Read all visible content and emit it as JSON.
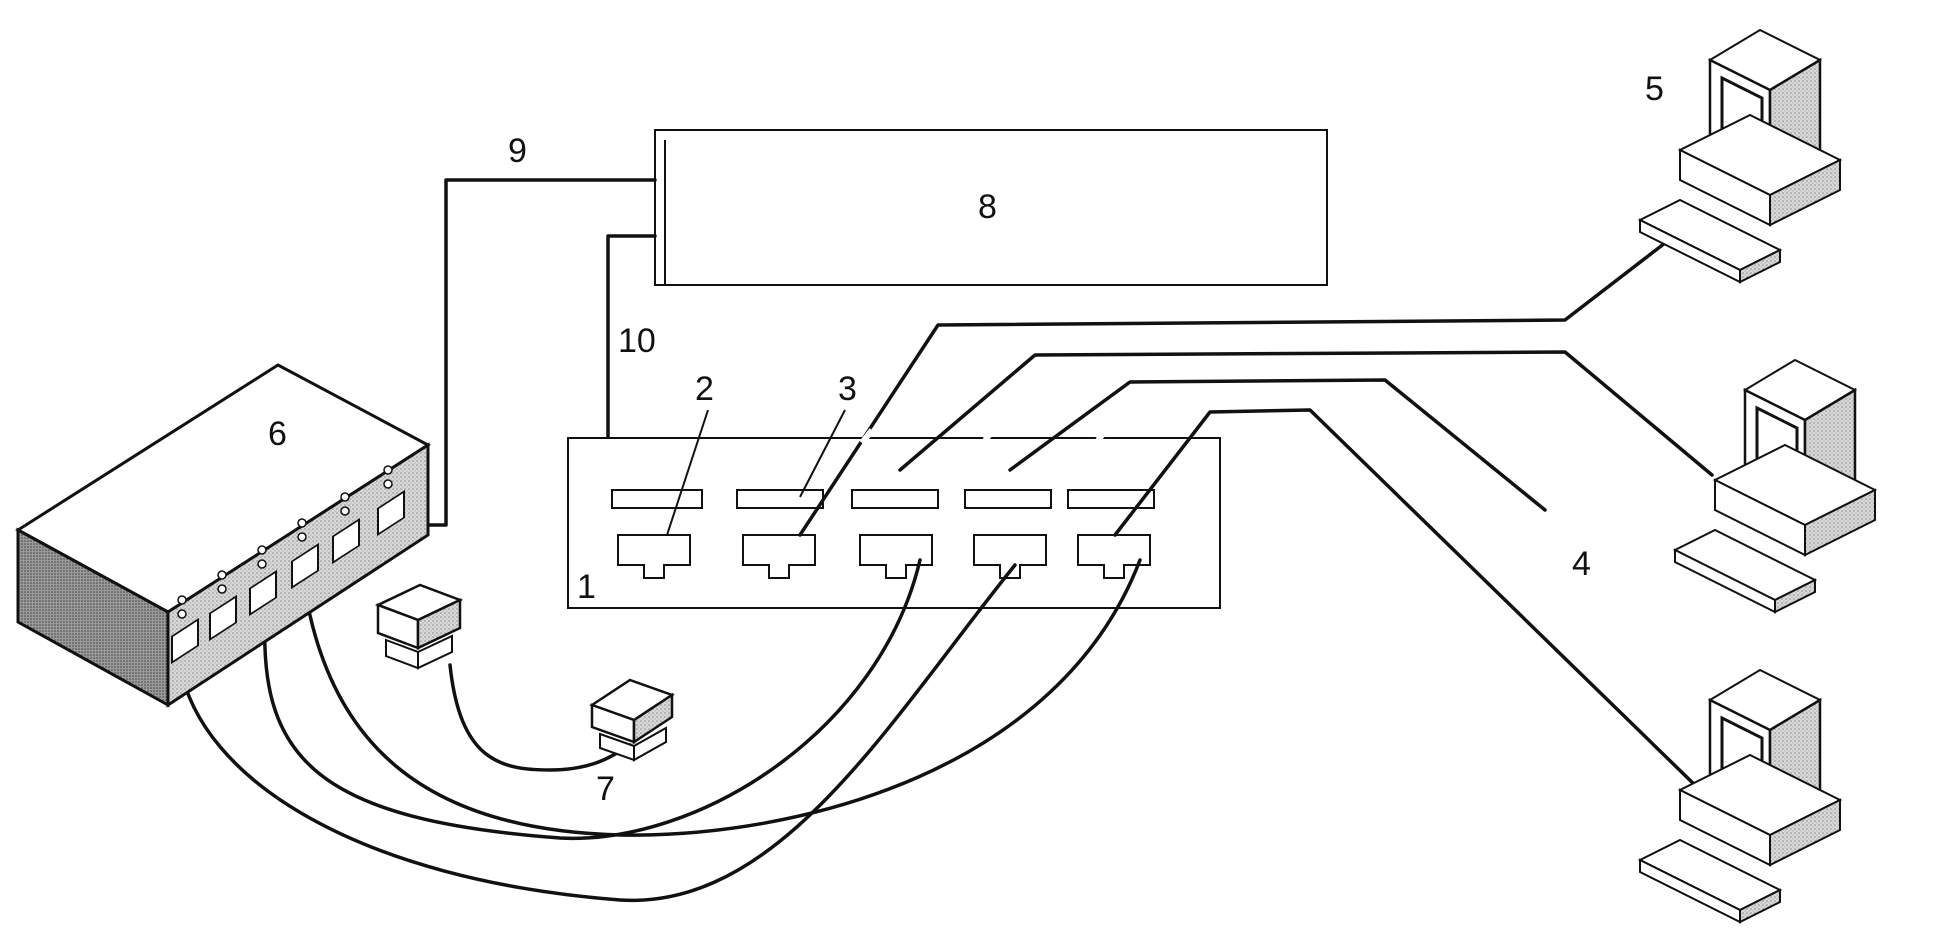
{
  "labels": {
    "n1": "1",
    "n2": "2",
    "n3": "3",
    "n4": "4",
    "n5": "5",
    "n6": "6",
    "n7": "7",
    "n8": "8",
    "n9": "9",
    "n10": "10"
  },
  "colors": {
    "line": "#111111",
    "background": "#ffffff",
    "shade": "#b0b0b0"
  }
}
